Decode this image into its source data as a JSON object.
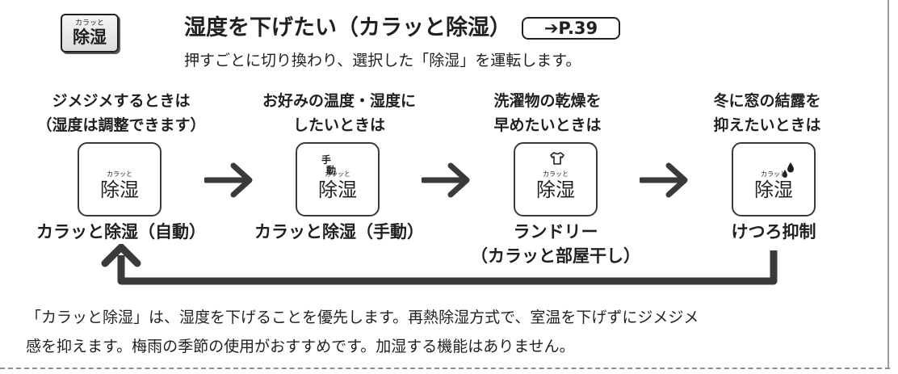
{
  "header": {
    "button_ruby": "カラッと",
    "button_label": "除湿",
    "title": "湿度を下げたい（カラッと除湿）",
    "page_ref": "➔P.39",
    "subtitle": "押すごとに切り換わり、選択した「除湿」を運転します。"
  },
  "modes": [
    {
      "condition": [
        "ジメジメするときは",
        "（湿度は調整できます）"
      ],
      "button_ruby": "カラッと",
      "button_label": "除湿",
      "button_icon": "",
      "name": [
        "カラッと除湿（自動）"
      ]
    },
    {
      "condition": [
        "お好みの温度・湿度に",
        "したいときは"
      ],
      "button_ruby": "カラッと",
      "button_label": "除湿",
      "button_icon": "手動",
      "name": [
        "カラッと除湿（手動）"
      ]
    },
    {
      "condition": [
        "洗濯物の乾燥を",
        "早めたいときは"
      ],
      "button_ruby": "カラッと",
      "button_label": "除湿",
      "button_icon": "shirt-icon",
      "name": [
        "ランドリー",
        "（カラッと部屋干し）"
      ]
    },
    {
      "condition": [
        "冬に窓の結露を",
        "抑えたいときは"
      ],
      "button_ruby": "カラッと",
      "button_label": "除湿",
      "button_icon": "droplets-icon",
      "name": [
        "けつろ抑制"
      ]
    }
  ],
  "note": [
    "「カラッと除湿」は、湿度を下げることを優先します。再熱除湿方式で、室温を下げずにジメジメ",
    "感を抑えます。梅雨の季節の使用がおすすめです。加湿する機能はありません。"
  ],
  "colors": {
    "text": "#231f20",
    "arrow": "#3a3a3a",
    "button_face": "#e6e6e6"
  }
}
